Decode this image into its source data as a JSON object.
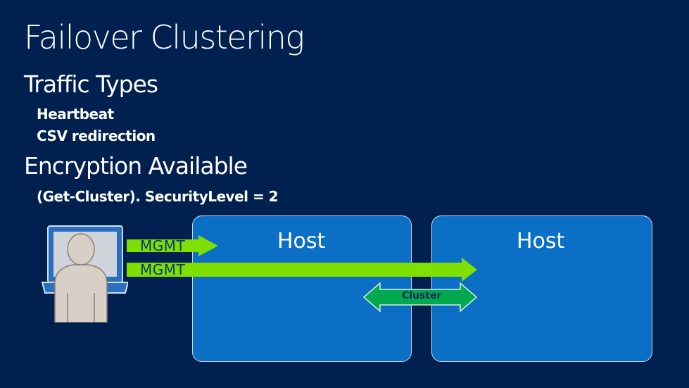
{
  "slide": {
    "title": "Failover Clustering",
    "section1": {
      "heading": "Traffic Types",
      "items": [
        "Heartbeat",
        "CSV redirection"
      ]
    },
    "section2": {
      "heading": "Encryption Available",
      "items": [
        "(Get-Cluster). SecurityLevel = 2"
      ]
    }
  },
  "diagram": {
    "hosts": [
      "Host",
      "Host"
    ],
    "arrows": {
      "mgmt_short": "MGMT",
      "mgmt_long": "MGMT",
      "cluster": "Cluster"
    }
  },
  "colors": {
    "background": "#002050",
    "host_fill": "#0b6fc6",
    "mgmt_arrow": "#7ee000",
    "cluster_arrow": "#00a850"
  },
  "icons": [
    "admin-at-laptop-icon"
  ]
}
